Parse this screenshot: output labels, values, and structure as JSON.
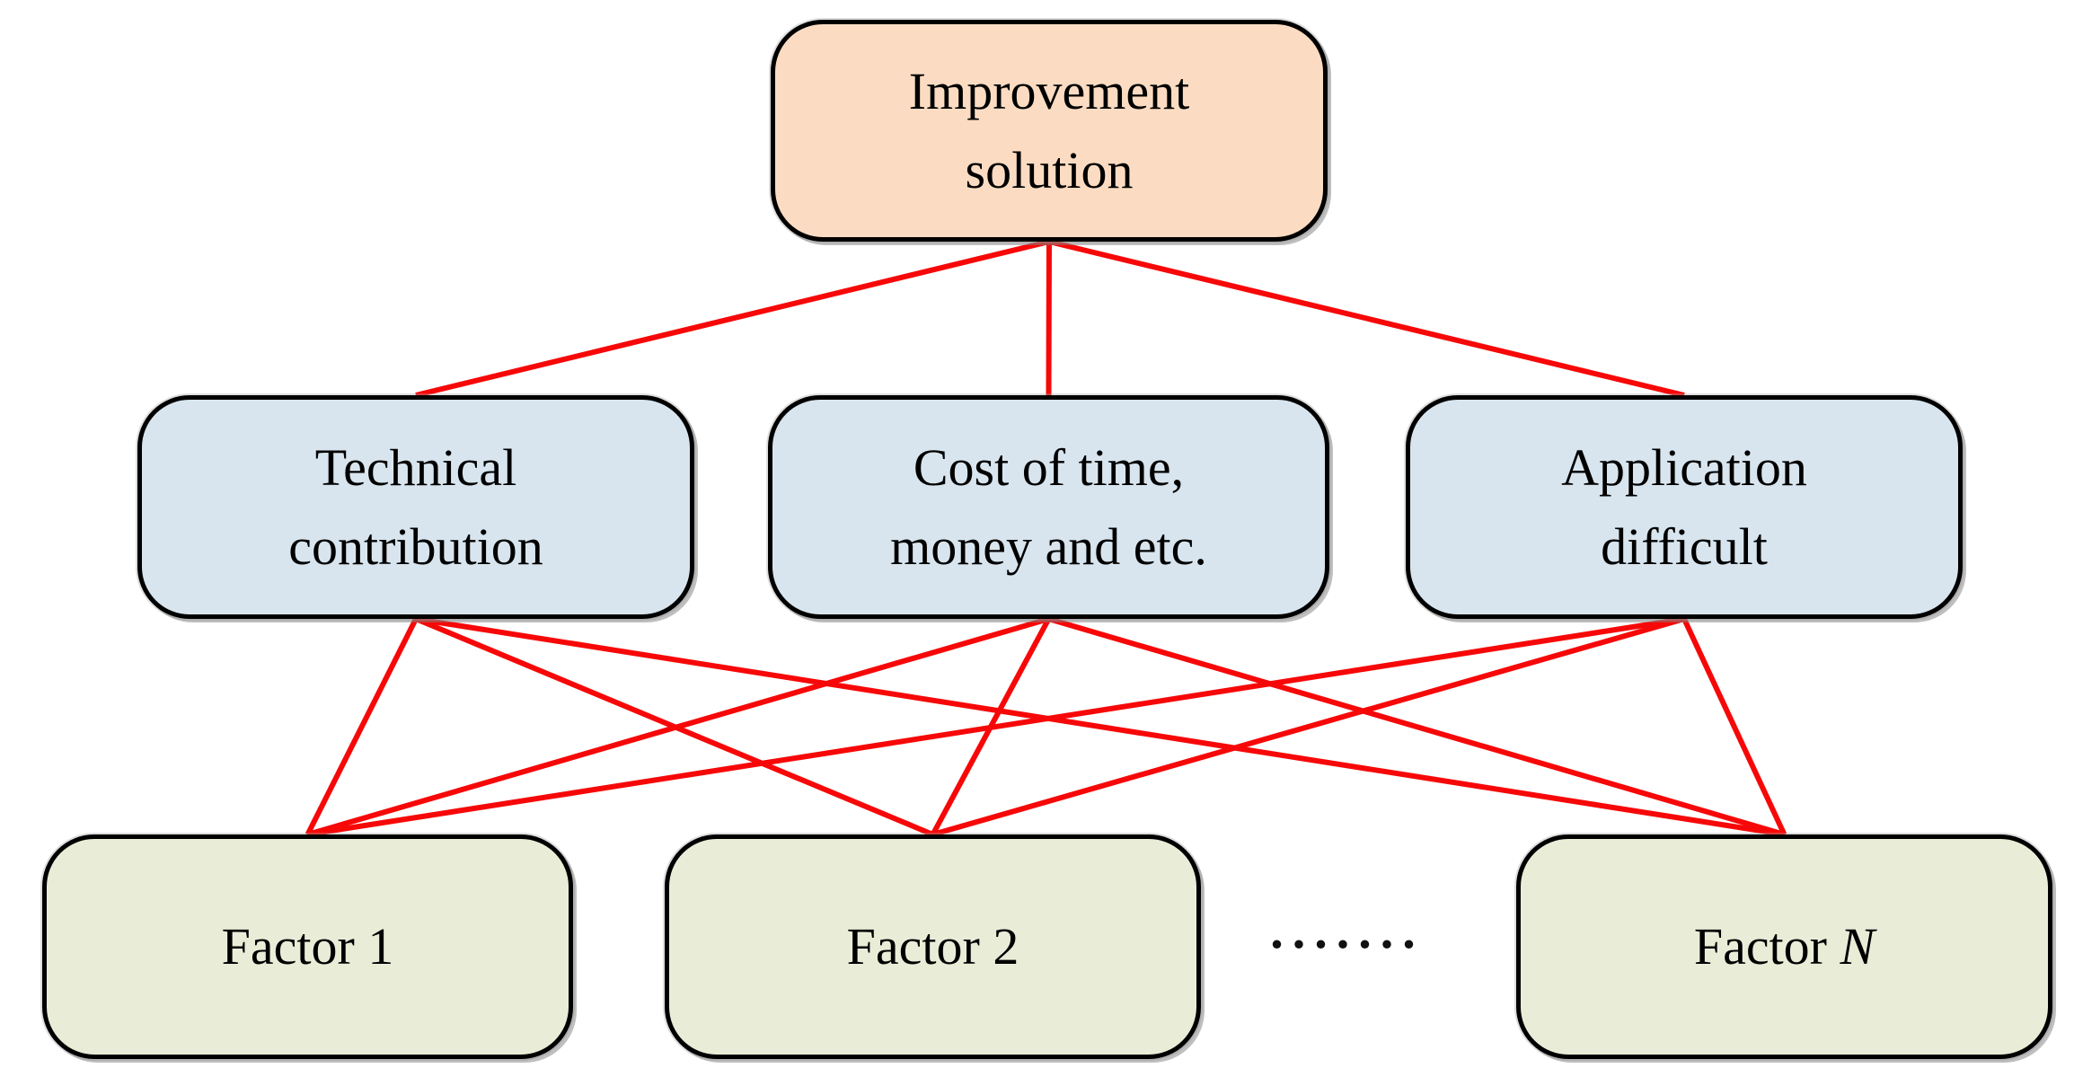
{
  "diagram": {
    "type": "hierarchy",
    "connector_color": "#f70808",
    "connector_width": 6,
    "colors": {
      "goal_fill": "#fbdcc2",
      "criterion_fill": "#d8e5ee",
      "factor_fill": "#e9edd8",
      "border": "#000000"
    },
    "nodes": {
      "goal": {
        "lines": [
          "Improvement",
          "solution"
        ]
      },
      "criteria1": {
        "lines": [
          "Technical",
          "contribution"
        ]
      },
      "criteria2": {
        "lines": [
          "Cost of time,",
          "money and etc."
        ]
      },
      "criteria3": {
        "lines": [
          "Application",
          "difficult"
        ]
      },
      "factor1": {
        "label": "Factor 1"
      },
      "factor2": {
        "label": "Factor 2"
      },
      "factorN": {
        "label_prefix": "Factor ",
        "label_var": "N"
      },
      "dots": {
        "label": "......."
      }
    },
    "edges": [
      {
        "from": "goal",
        "to": "criteria1"
      },
      {
        "from": "goal",
        "to": "criteria2"
      },
      {
        "from": "goal",
        "to": "criteria3"
      },
      {
        "from": "criteria1",
        "to": "factor1"
      },
      {
        "from": "criteria1",
        "to": "factor2"
      },
      {
        "from": "criteria1",
        "to": "factorN"
      },
      {
        "from": "criteria2",
        "to": "factor1"
      },
      {
        "from": "criteria2",
        "to": "factor2"
      },
      {
        "from": "criteria2",
        "to": "factorN"
      },
      {
        "from": "criteria3",
        "to": "factor1"
      },
      {
        "from": "criteria3",
        "to": "factor2"
      },
      {
        "from": "criteria3",
        "to": "factorN"
      }
    ]
  }
}
